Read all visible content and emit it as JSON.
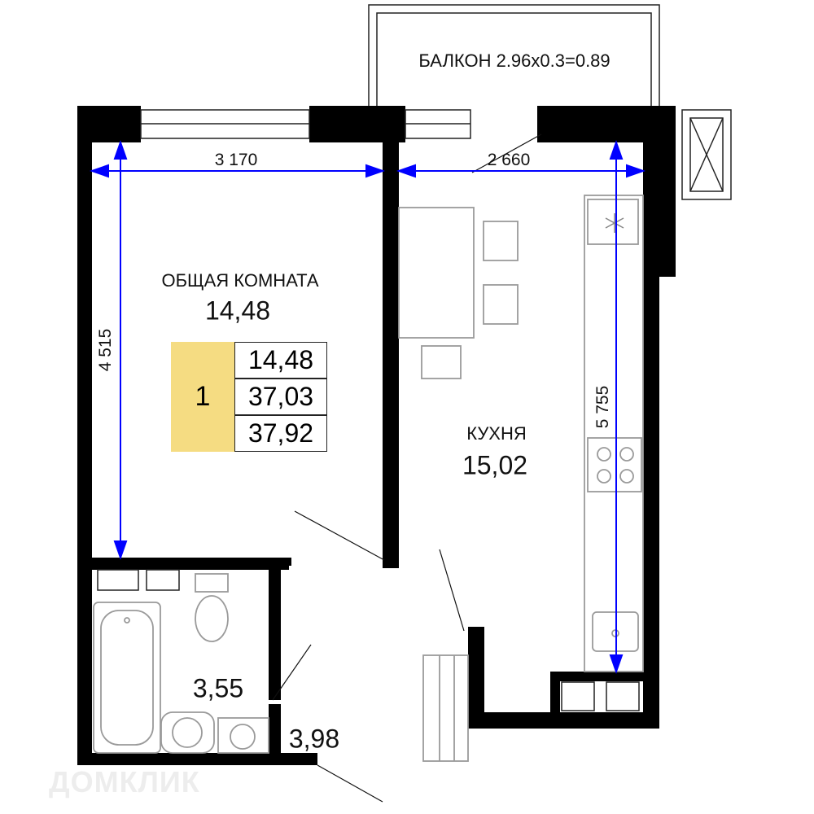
{
  "balcony": {
    "label": "БАЛКОН 2.96х0.3=0.89"
  },
  "rooms": {
    "living": {
      "name": "ОБЩАЯ КОМНАТА",
      "area": "14,48"
    },
    "kitchen": {
      "name": "КУХНЯ",
      "area": "15,02"
    },
    "bathroom": {
      "area": "3,55"
    },
    "hall": {
      "area": "3,98"
    }
  },
  "dimensions": {
    "living_width": "3 170",
    "living_length": "4 515",
    "kitchen_width": "2 660",
    "kitchen_length": "5 755"
  },
  "summary": {
    "rooms_count": "1",
    "living_area": "14,48",
    "total_area": "37,03",
    "total_area_with_balcony": "37,92"
  },
  "watermark": "ДОМКЛИК",
  "colors": {
    "wall": "#000000",
    "dimension": "#0000ff",
    "badge": "#f5dc82",
    "furniture": "#9a9a9a"
  }
}
